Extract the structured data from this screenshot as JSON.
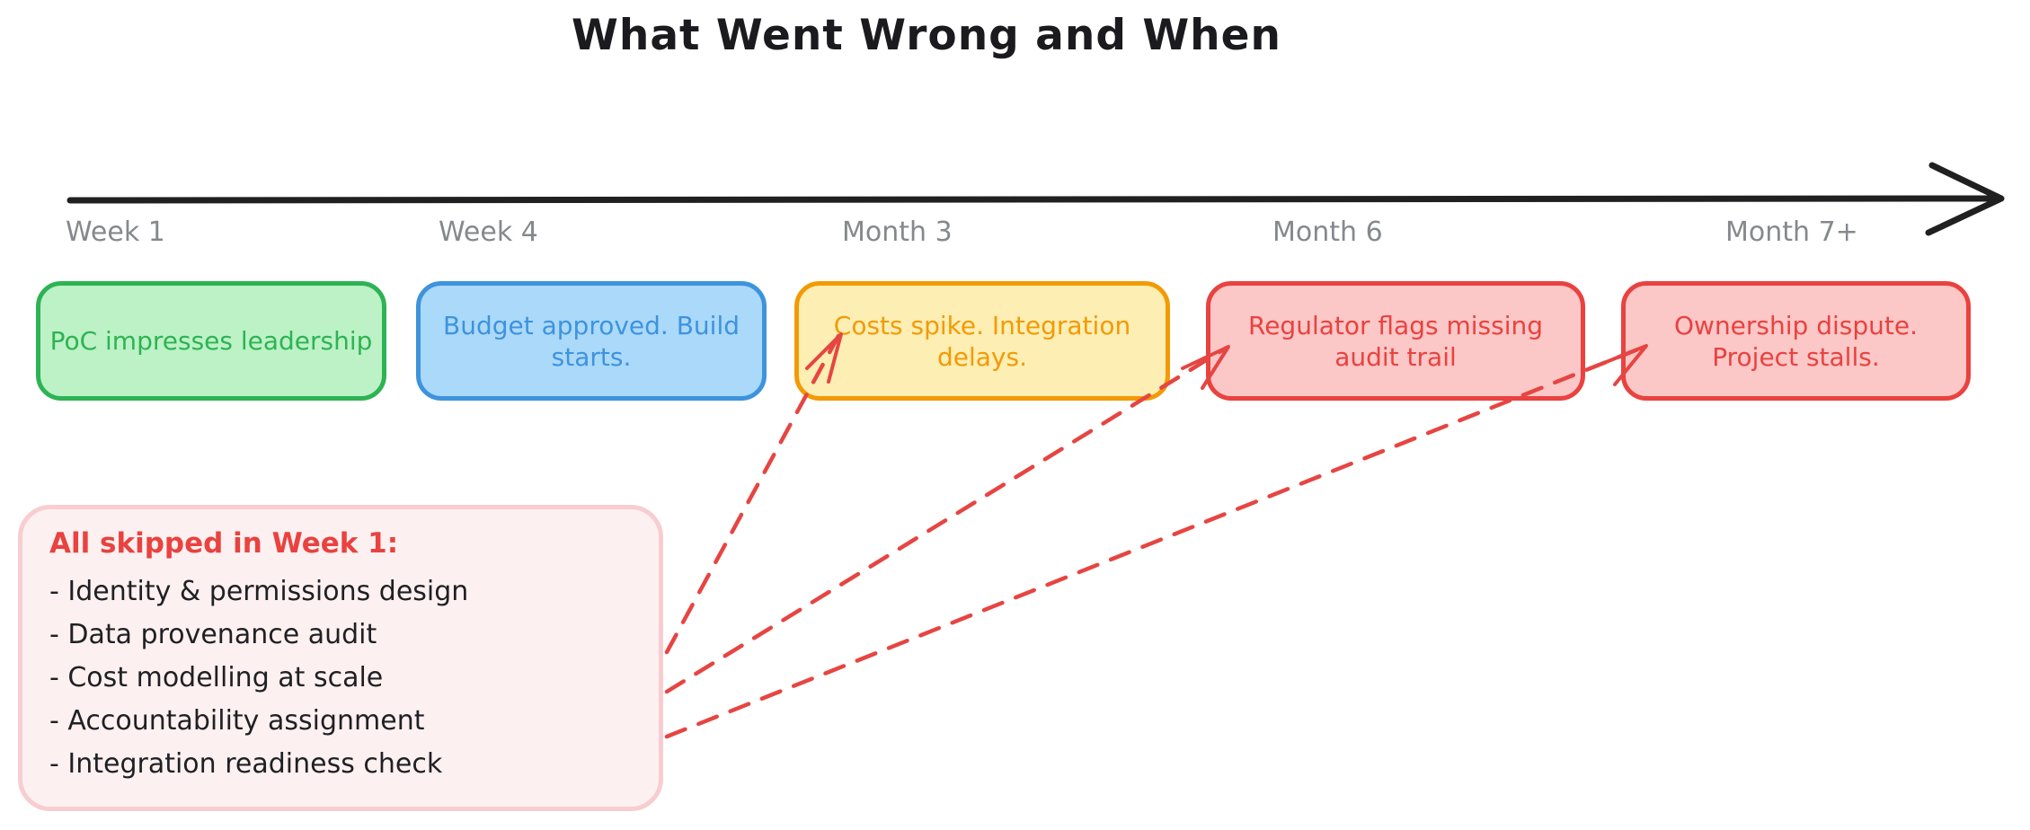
{
  "title": "What Went Wrong and When",
  "timeline": {
    "labels": [
      "Week 1",
      "Week 4",
      "Month 3",
      "Month 6",
      "Month 7+"
    ]
  },
  "milestones": [
    {
      "label": "PoC impresses leadership",
      "stroke": "#2eb354",
      "fill": "#bcf2c6"
    },
    {
      "label": "Budget approved. Build\nstarts.",
      "stroke": "#3e93dd",
      "fill": "#abd9f9"
    },
    {
      "label": "Costs spike. Integration\ndelays.",
      "stroke": "#f29a06",
      "fill": "#fdeeb3"
    },
    {
      "label": "Regulator flags missing\naudit trail",
      "stroke": "#e9423f",
      "fill": "#fbc7c7"
    },
    {
      "label": "Ownership dispute.\nProject stalls.",
      "stroke": "#e9423f",
      "fill": "#fbc7c7"
    }
  ],
  "skipped_note": {
    "title": "All skipped in Week 1:",
    "items": [
      "- Identity & permissions design",
      "- Data provenance audit",
      "- Cost modelling at scale",
      "- Accountability assignment",
      "- Integration readiness check"
    ],
    "title_color": "#e9423f",
    "text_color": "#1f2023",
    "border_color": "#f8cdd0",
    "fill": "#fdf0f1"
  },
  "colors": {
    "background": "#ffffff",
    "title_text": "#1b1b1f",
    "timeline": "#202020",
    "timeline_label": "#85898d",
    "dashed_arrow": "#e64542"
  }
}
